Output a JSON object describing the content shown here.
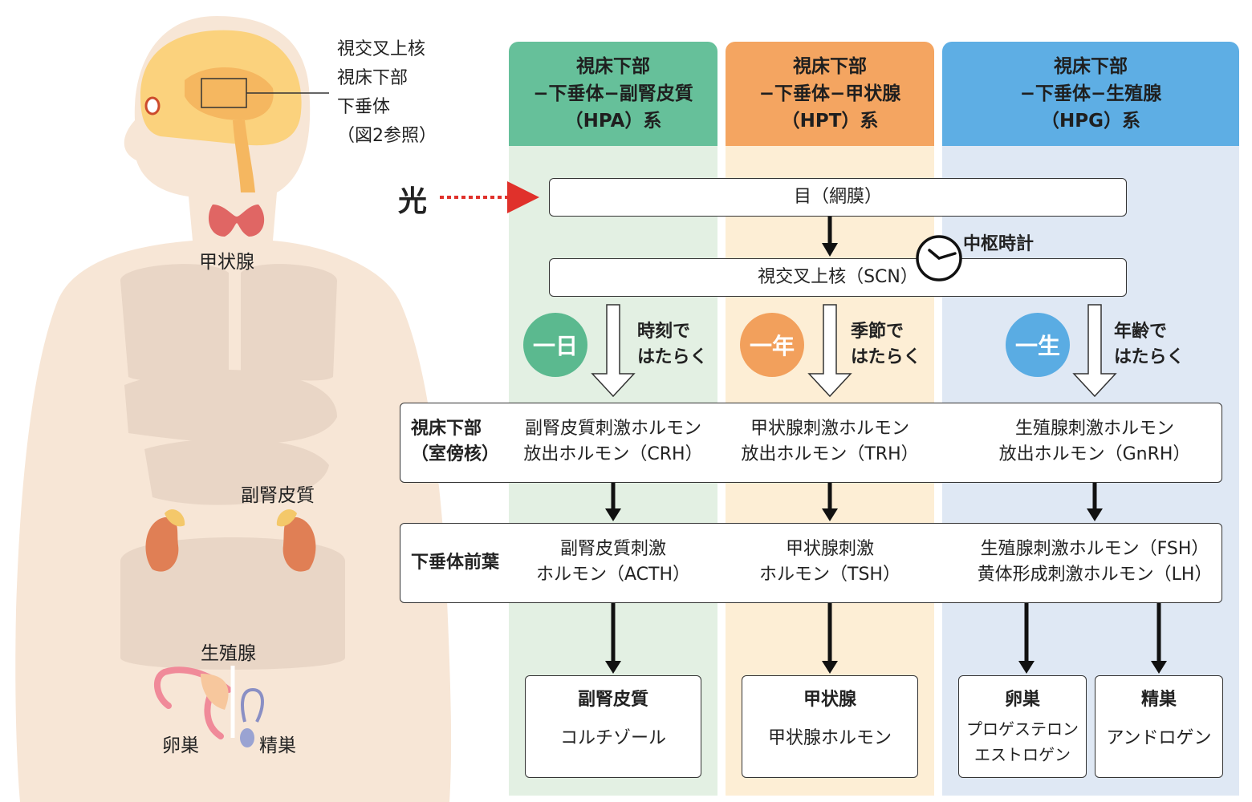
{
  "brain_labels": [
    "視交叉上核",
    "視床下部",
    "下垂体",
    "（図2参照）"
  ],
  "organ_labels": {
    "thyroid": "甲状腺",
    "adrenal": "副腎皮質",
    "gonad": "生殖腺",
    "ovary": "卵巣",
    "testis": "精巣"
  },
  "light_label": "光",
  "columns": [
    {
      "title": "視床下部\n−下垂体−副腎皮質\n（HPA）系",
      "color": "#66c09a",
      "body_color": "#e3f0e3"
    },
    {
      "title": "視床下部\n−下垂体−甲状腺\n（HPT）系",
      "color": "#f4a561",
      "body_color": "#fdeed5"
    },
    {
      "title": "視床下部\n−下垂体−生殖腺\n（HPG）系",
      "color": "#5eaee4",
      "body_color": "#dfe8f4"
    }
  ],
  "eye_box": "目（網膜）",
  "scn_box": "視交叉上核（SCN）",
  "clock_label": "中枢時計",
  "badges": [
    {
      "text": "一日",
      "color": "#5bb98f",
      "caption": "時刻で\nはたらく"
    },
    {
      "text": "一年",
      "color": "#f2a05c",
      "caption": "季節で\nはたらく"
    },
    {
      "text": "一生",
      "color": "#5aace3",
      "caption": "年齢で\nはたらく"
    }
  ],
  "hypothalamus_row": {
    "label": "視床下部\n（室傍核）",
    "items": [
      "副腎皮質刺激ホルモン\n放出ホルモン（CRH）",
      "甲状腺刺激ホルモン\n放出ホルモン（TRH）",
      "生殖腺刺激ホルモン\n放出ホルモン（GnRH）"
    ]
  },
  "pituitary_row": {
    "label": "下垂体前葉",
    "items": [
      "副腎皮質刺激\nホルモン（ACTH）",
      "甲状腺刺激\nホルモン（TSH）",
      "生殖腺刺激ホルモン（FSH）\n黄体形成刺激ホルモン（LH）"
    ]
  },
  "targets": [
    {
      "title": "副腎皮質",
      "body": "コルチゾール"
    },
    {
      "title": "甲状腺",
      "body": "甲状腺ホルモン"
    },
    {
      "title": "卵巣",
      "body": "プロゲステロン\nエストロゲン"
    },
    {
      "title": "精巣",
      "body": "アンドロゲン"
    }
  ]
}
